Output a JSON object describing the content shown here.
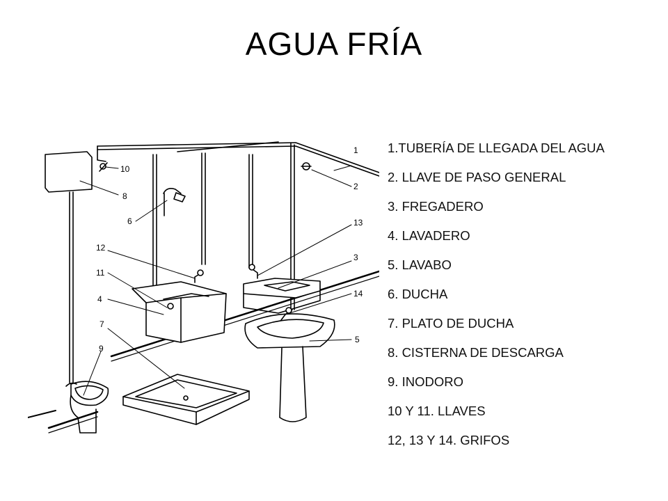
{
  "slide": {
    "title": "AGUA FRÍA"
  },
  "diagram": {
    "callouts": [
      "1",
      "2",
      "3",
      "4",
      "5",
      "6",
      "7",
      "8",
      "9",
      "10",
      "11",
      "12",
      "13",
      "14"
    ]
  },
  "legend": {
    "items": [
      "1.TUBERÍA DE LLEGADA DEL AGUA",
      "2. LLAVE DE PASO GENERAL",
      "3. FREGADERO",
      "4. LAVADERO",
      "5. LAVABO",
      "6. DUCHA",
      "7. PLATO DE DUCHA",
      "8. CISTERNA DE DESCARGA",
      "9. INODORO",
      "10 Y 11. LLAVES",
      "12, 13 Y 14. GRIFOS"
    ]
  }
}
